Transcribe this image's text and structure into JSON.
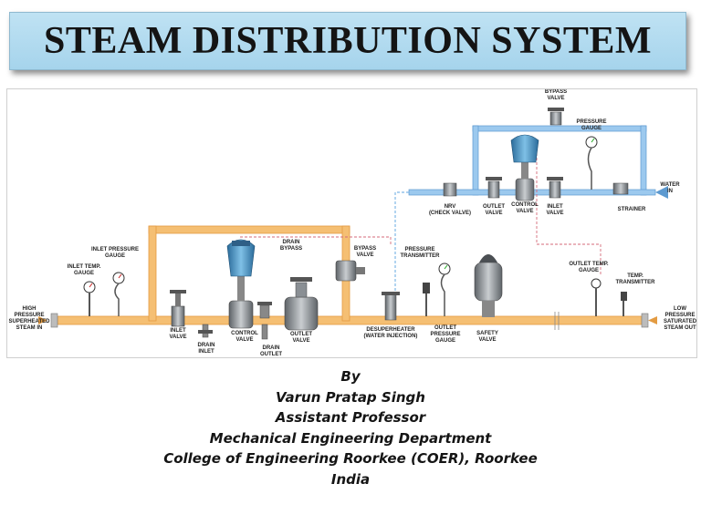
{
  "title": "STEAM DISTRIBUTION SYSTEM",
  "diagram_labels": {
    "bypass_valve_top": [
      "BYPASS",
      "VALVE"
    ],
    "pressure_gauge_top": [
      "PRESSURE",
      "GAUGE"
    ],
    "water_in": [
      "WATER",
      "IN"
    ],
    "nrv": [
      "NRV",
      "(CHECK VALVE)"
    ],
    "outlet_valve_top": [
      "OUTLET",
      "VALVE"
    ],
    "control_valve_top": [
      "CONTROL",
      "VALVE"
    ],
    "inlet_valve_top": [
      "INLET",
      "VALVE"
    ],
    "strainer": [
      "STRAINER"
    ],
    "inlet_pressure_gauge": [
      "INLET PRESSURE",
      "GAUGE"
    ],
    "inlet_temp_gauge": [
      "INLET TEMP.",
      "GAUGE"
    ],
    "drain_bypass": [
      "DRAIN",
      "BYPASS"
    ],
    "bypass_valve_mid": [
      "BYPASS",
      "VALVE"
    ],
    "pressure_transmitter": [
      "PRESSURE",
      "TRANSMITTER"
    ],
    "outlet_temp_gauge": [
      "OUTLET TEMP.",
      "GAUGE"
    ],
    "temp_transmitter": [
      "TEMP.",
      "TRANSMITTER"
    ],
    "high_pressure": [
      "HIGH",
      "PRESSURE",
      "SUPERHEATED",
      "STEAM IN"
    ],
    "low_pressure": [
      "LOW",
      "PRESSURE",
      "SATURATED",
      "STEAM OUT"
    ],
    "inlet_valve": [
      "INLET",
      "VALVE"
    ],
    "drain_inlet": [
      "DRAIN",
      "INLET"
    ],
    "control_valve": [
      "CONTROL",
      "VALVE"
    ],
    "drain_outlet": [
      "DRAIN",
      "OUTLET"
    ],
    "outlet_valve": [
      "OUTLET",
      "VALVE"
    ],
    "desuperheater": [
      "DESUPERHEATER",
      "(WATER INJECTION)"
    ],
    "outlet_pressure_gauge": [
      "OUTLET",
      "PRESSURE",
      "GAUGE"
    ],
    "safety_valve": [
      "SAFETY",
      "VALVE"
    ]
  },
  "credits": {
    "by": "By",
    "name": "Varun Pratap Singh",
    "role": "Assistant Professor",
    "department": "Mechanical Engineering Department",
    "college": "College  of Engineering Roorkee (COER), Roorkee",
    "country": "India"
  },
  "colors": {
    "steam_pipe": "#f5bf73",
    "water_pipe": "#7fb7e6",
    "title_bg": "#b3dbef",
    "valve_body": "#8a8f94",
    "actuator": "#3f86b8"
  }
}
